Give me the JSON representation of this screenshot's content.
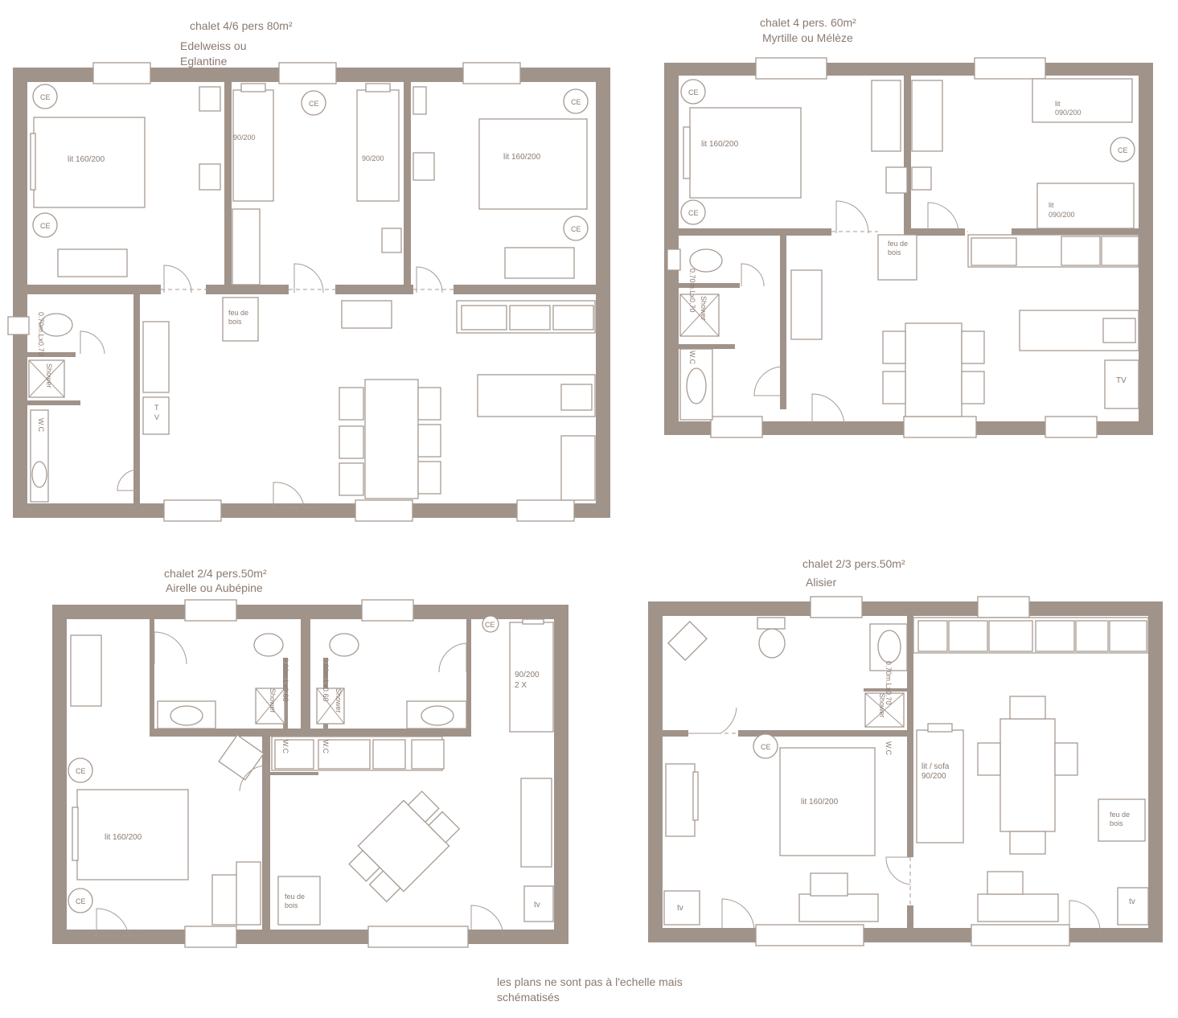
{
  "plans": [
    {
      "title": "chalet 4/6 pers 80m²",
      "subtitle": "Edelweiss ou\nEglantine"
    },
    {
      "title": "chalet 4 pers. 60m²",
      "subtitle": "Myrtille ou Mélèze"
    },
    {
      "title": "chalet 2/4 pers.50m²",
      "subtitle": "Airelle ou Aubépine"
    },
    {
      "title": "chalet 2/3 pers.50m²",
      "subtitle": "Alisier"
    }
  ],
  "labels": {
    "ce": "CE",
    "bed_double": "lit 160/200",
    "bed_single": "90/200",
    "bed_single_lit": "lit\n090/200",
    "bed_single_lit2": "lit\n090/200",
    "bed_2x": "90/200\n2 X",
    "sofa": "lit / sofa\n90/200",
    "woodstove": "feu de\nbois",
    "shower": "Shower",
    "shower_dim": "0.70m.Lx0.70",
    "shower_dim2": "0.60m.Lx0.60",
    "wc": "W.C",
    "tv": "TV",
    "tv_lower": "tv",
    "tv_vertical": "T\nV"
  },
  "note": "les plans ne sont pas à l'echelle mais\nschématisés"
}
